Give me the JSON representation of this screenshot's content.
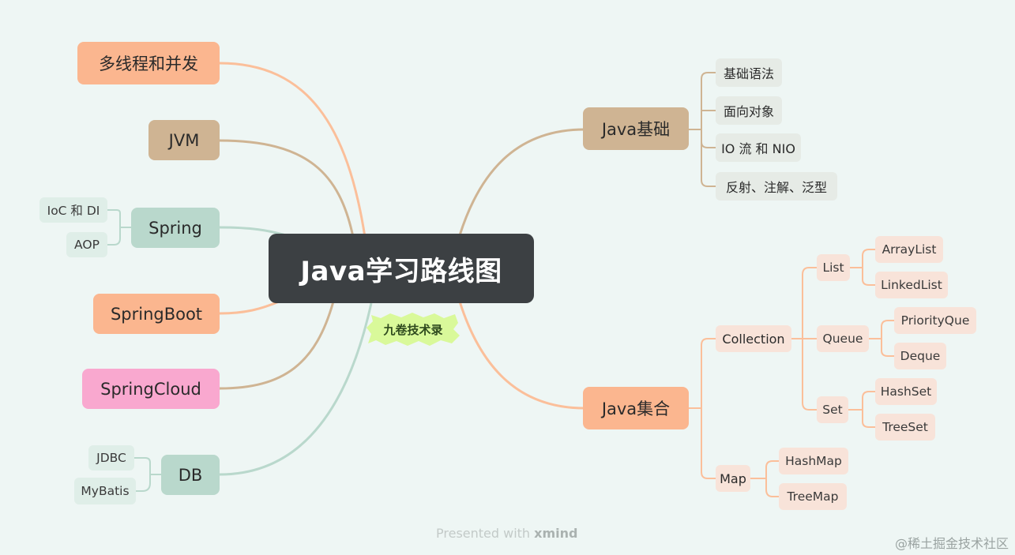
{
  "root": "Java学习路线图",
  "badge": "九卷技术录",
  "left": {
    "concurrency": "多线程和并发",
    "jvm": "JVM",
    "spring": "Spring",
    "spring_children": [
      "IoC 和 DI",
      "AOP"
    ],
    "springboot": "SpringBoot",
    "springcloud": "SpringCloud",
    "db": "DB",
    "db_children": [
      "JDBC",
      "MyBatis"
    ]
  },
  "right": {
    "basics": "Java基础",
    "basics_children": [
      "基础语法",
      "面向对象",
      "IO 流 和 NIO",
      "反射、注解、泛型"
    ],
    "collections": "Java集合",
    "collection": "Collection",
    "list": "List",
    "list_children": [
      "ArrayList",
      "LinkedList"
    ],
    "queue": "Queue",
    "queue_children": [
      "PriorityQue",
      "Deque"
    ],
    "set": "Set",
    "set_children": [
      "HashSet",
      "TreeSet"
    ],
    "map": "Map",
    "map_children": [
      "HashMap",
      "TreeMap"
    ]
  },
  "footer": {
    "prefix": "Presented with",
    "brand": "xmind"
  },
  "watermark": "@稀土掘金技术社区",
  "colors": {
    "background": "#eef6f4",
    "root": "#3c4043",
    "orange": "#fbb68f",
    "tan": "#cfb493",
    "mint": "#b9d8cc",
    "pink": "#f9a8cf",
    "badge": "#d9f99a"
  }
}
